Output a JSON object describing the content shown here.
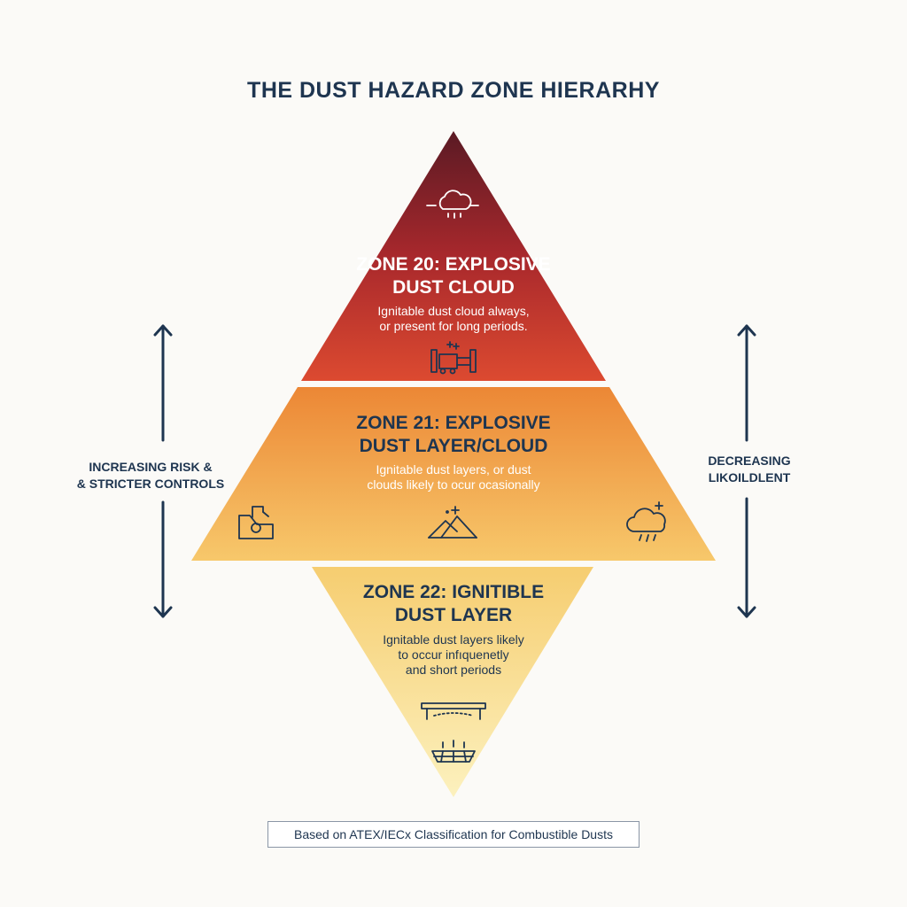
{
  "title": "THE DUST HAZARD ZONE HIERARHY",
  "zones": [
    {
      "heading_line1": "ZONE 20: EXPLOSIVE",
      "heading_line2": "DUST CLOUD",
      "desc_line1": "Ignitable dust cloud always,",
      "desc_line2": "or present for long periods.",
      "icons": [
        "dust-cloud-icon",
        "machinery-icon"
      ]
    },
    {
      "heading_line1": "ZONE 21: EXPLOSIVE",
      "heading_line2": "DUST LAYER/CLOUD",
      "desc_line1": "Ignitable dust layers, or dust",
      "desc_line2": "clouds likely to ocur ocasionally",
      "icons": [
        "grinder-icon",
        "dust-pile-icon",
        "cloud-dust-icon"
      ]
    },
    {
      "heading_line1": "ZONE 22: IGNITIBLE",
      "heading_line2": "DUST LAYER",
      "desc_line1": "Ignitable dust layers likely",
      "desc_line2": "to occur infıquenetly",
      "desc_line3": "and short periods",
      "icons": [
        "shelf-dust-icon",
        "floor-dust-icon"
      ]
    }
  ],
  "left_label": {
    "line1": "INCREASING RISK &",
    "line2": "& STRICTER CONTROLS"
  },
  "right_label": {
    "line1": "DECREASING",
    "line2": "LIKOILDLENT"
  },
  "footer": "Based on ATEX/IECx Classification for Combustible Dusts",
  "colors": {
    "navy": "#1e3550",
    "zone20_top": "#5a1a24",
    "zone20_bottom": "#d9452e",
    "zone21_top": "#ec8a35",
    "zone21_bottom": "#f6c56a",
    "zone22_top": "#f6cf72",
    "zone22_bottom": "#fbeeb8"
  }
}
